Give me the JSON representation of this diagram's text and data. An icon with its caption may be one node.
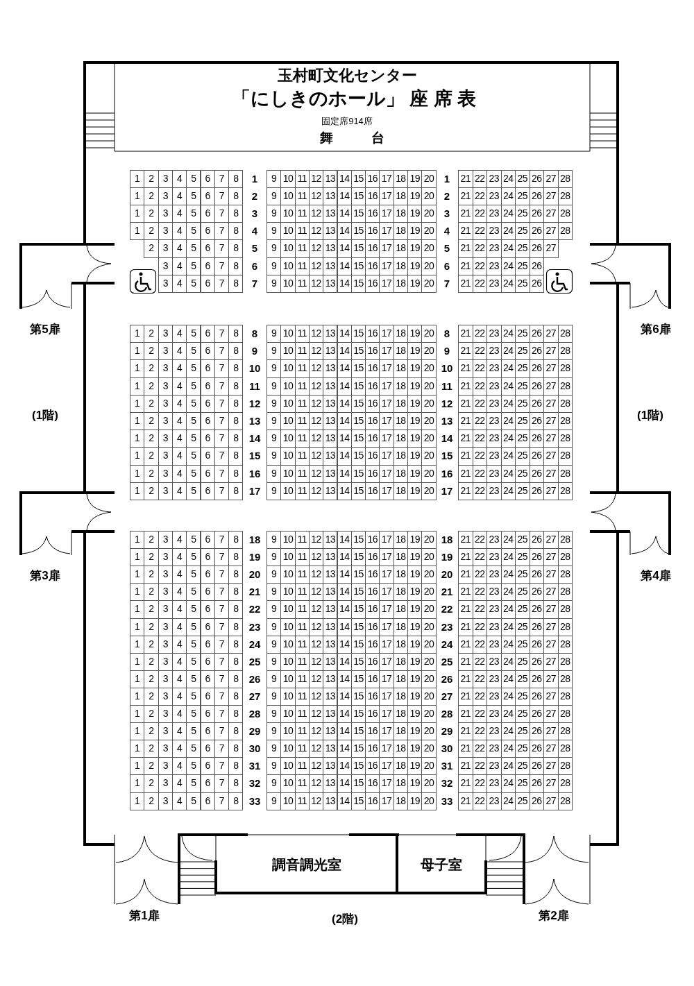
{
  "diagram": {
    "title": "玉村町文化センター",
    "nodes": [
      {
        "text": [
          "舞 台"
        ]
      },
      {
        "text": [
          "調音調光室"
        ]
      },
      {
        "text": [
          "母子室"
        ]
      }
    ],
    "edges": [],
    "labels": [
      "「にしきのホール」 座 席 表",
      "固定席914席",
      "1",
      "2",
      "3",
      "4",
      "5",
      "6",
      "7",
      "8",
      "1",
      "9",
      "10",
      "11",
      "12",
      "13",
      "14",
      "15",
      "16",
      "17",
      "18",
      "19",
      "20",
      "1",
      "21",
      "22",
      "23",
      "24",
      "25",
      "26",
      "27",
      "28",
      "1",
      "2",
      "3",
      "4",
      "5",
      "6",
      "7",
      "8",
      "2",
      "9",
      "10",
      "11",
      "12",
      "13",
      "14",
      "15",
      "16",
      "17",
      "18",
      "19",
      "20",
      "2",
      "21",
      "22",
      "23",
      "24",
      "25",
      "26",
      "27",
      "28",
      "1",
      "2",
      "3",
      "4",
      "5",
      "6",
      "7",
      "8",
      "3",
      "9",
      "10",
      "11",
      "12",
      "13",
      "14",
      "15",
      "16",
      "17",
      "18",
      "19",
      "20",
      "3",
      "21",
      "22",
      "23",
      "24",
      "25",
      "26",
      "27",
      "28",
      "1",
      "2",
      "3",
      "4",
      "5",
      "6",
      "7",
      "8",
      "4",
      "9",
      "10",
      "11",
      "12",
      "13",
      "14",
      "15",
      "16",
      "17",
      "18",
      "19",
      "20",
      "4",
      "21",
      "22",
      "23",
      "24",
      "25",
      "26",
      "27",
      "28",
      "2",
      "3",
      "4",
      "5",
      "6",
      "7",
      "8",
      "5",
      "9",
      "10",
      "11",
      "12",
      "13",
      "14",
      "15",
      "16",
      "17",
      "18",
      "19",
      "20",
      "5",
      "21",
      "22",
      "23",
      "24",
      "25",
      "26",
      "27",
      "3",
      "4",
      "5",
      "6",
      "7",
      "8",
      "6",
      "9",
      "10",
      "11",
      "12",
      "13",
      "14",
      "15",
      "16",
      "17",
      "18",
      "19",
      "20",
      "6",
      "21",
      "22",
      "23",
      "24",
      "25",
      "26",
      "3",
      "4",
      "5",
      "6",
      "7",
      "8",
      "7",
      "9",
      "10",
      "11",
      "12",
      "13",
      "14",
      "15",
      "16",
      "17",
      "18",
      "19",
      "20",
      "7",
      "21",
      "22",
      "23",
      "24",
      "25",
      "26",
      "1",
      "2",
      "3",
      "4",
      "5",
      "6",
      "7",
      "8",
      "8",
      "9",
      "10",
      "11",
      "12",
      "13",
      "14",
      "15",
      "16",
      "17",
      "18",
      "19",
      "20",
      "8",
      "21",
      "22",
      "23",
      "24",
      "25",
      "26",
      "27",
      "28",
      "1",
      "2",
      "3",
      "4",
      "5",
      "6",
      "7",
      "8",
      "9",
      "9",
      "10",
      "11",
      "12",
      "13",
      "14",
      "15",
      "16",
      "17",
      "18",
      "19",
      "20",
      "9",
      "21",
      "22",
      "23",
      "24",
      "25",
      "26",
      "27",
      "28",
      "1",
      "2",
      "3",
      "4",
      "5",
      "6",
      "7",
      "8",
      "10",
      "9",
      "10",
      "11",
      "12",
      "13",
      "14",
      "15",
      "16",
      "17",
      "18",
      "19",
      "20",
      "10",
      "21",
      "22",
      "23",
      "24",
      "25",
      "26",
      "27",
      "28",
      "1",
      "2",
      "3",
      "4",
      "5",
      "6",
      "7",
      "8",
      "11",
      "9",
      "10",
      "11",
      "12",
      "13",
      "14",
      "15",
      "16",
      "17",
      "18",
      "19",
      "20",
      "11",
      "21",
      "22",
      "23",
      "24",
      "25",
      "26",
      "27",
      "28",
      "1",
      "2",
      "3",
      "4",
      "5",
      "6",
      "7",
      "8",
      "12",
      "9",
      "10",
      "11",
      "12",
      "13",
      "14",
      "15",
      "16",
      "17",
      "18",
      "19",
      "20",
      "12",
      "21",
      "22",
      "23",
      "24",
      "25",
      "26",
      "27",
      "28",
      "1",
      "2",
      "3",
      "4",
      "5",
      "6",
      "7",
      "8",
      "13",
      "9",
      "10",
      "11",
      "12",
      "13",
      "14",
      "15",
      "16",
      "17",
      "18",
      "19",
      "20",
      "13",
      "21",
      "22",
      "23",
      "24",
      "25",
      "26",
      "27",
      "28",
      "1",
      "2",
      "3",
      "4",
      "5",
      "6",
      "7",
      "8",
      "14",
      "9",
      "10",
      "11",
      "12",
      "13",
      "14",
      "15",
      "16",
      "17",
      "18",
      "19",
      "20",
      "14",
      "21",
      "22",
      "23",
      "24",
      "25",
      "26",
      "27",
      "28",
      "1",
      "2",
      "3",
      "4",
      "5",
      "6",
      "7",
      "8",
      "15",
      "9",
      "10",
      "11",
      "12",
      "13",
      "14",
      "15",
      "16",
      "17",
      "18",
      "19",
      "20",
      "15",
      "21",
      "22",
      "23",
      "24",
      "25",
      "26",
      "27",
      "28",
      "1",
      "2",
      "3",
      "4",
      "5",
      "6",
      "7",
      "8",
      "16",
      "9",
      "10",
      "11",
      "12",
      "13",
      "14",
      "15",
      "16",
      "17",
      "18",
      "19",
      "20",
      "16",
      "21",
      "22",
      "23",
      "24",
      "25",
      "26",
      "27",
      "28",
      "1",
      "2",
      "3",
      "4",
      "5",
      "6",
      "7",
      "8",
      "17",
      "9",
      "10",
      "11",
      "12",
      "13",
      "14",
      "15",
      "16",
      "17",
      "18",
      "19",
      "20",
      "17",
      "21",
      "22",
      "23",
      "24",
      "25",
      "26",
      "27",
      "28",
      "1",
      "2",
      "3",
      "4",
      "5",
      "6",
      "7",
      "8",
      "18",
      "9",
      "10",
      "11",
      "12",
      "13",
      "14",
      "15",
      "16",
      "17",
      "18",
      "19",
      "20",
      "18",
      "21",
      "22",
      "23",
      "24",
      "25",
      "26",
      "27",
      "28",
      "1",
      "2",
      "3",
      "4",
      "5",
      "6",
      "7",
      "8",
      "19",
      "9",
      "10",
      "11",
      "12",
      "13",
      "14",
      "15",
      "16",
      "17",
      "18",
      "19",
      "20",
      "19",
      "21",
      "22",
      "23",
      "24",
      "25",
      "26",
      "27",
      "28",
      "1",
      "2",
      "3",
      "4",
      "5",
      "6",
      "7",
      "8",
      "20",
      "9",
      "10",
      "11",
      "12",
      "13",
      "14",
      "15",
      "16",
      "17",
      "18",
      "19",
      "20",
      "20",
      "21",
      "22",
      "23",
      "24",
      "25",
      "26",
      "27",
      "28",
      "1",
      "2",
      "3",
      "4",
      "5",
      "6",
      "7",
      "8",
      "21",
      "9",
      "10",
      "11",
      "12",
      "13",
      "14",
      "15",
      "16",
      "17",
      "18",
      "19",
      "20",
      "21",
      "21",
      "22",
      "23",
      "24",
      "25",
      "26",
      "27",
      "28",
      "1",
      "2",
      "3",
      "4",
      "5",
      "6",
      "7",
      "8",
      "22",
      "9",
      "10",
      "11",
      "12",
      "13",
      "14",
      "15",
      "16",
      "17",
      "18",
      "19",
      "20",
      "22",
      "21",
      "22",
      "23",
      "24",
      "25",
      "26",
      "27",
      "28",
      "1",
      "2",
      "3",
      "4",
      "5",
      "6",
      "7",
      "8",
      "23",
      "9",
      "10",
      "11",
      "12",
      "13",
      "14",
      "15",
      "16",
      "17",
      "18",
      "19",
      "20",
      "23",
      "21",
      "22",
      "23",
      "24",
      "25",
      "26",
      "27",
      "28",
      "1",
      "2",
      "3",
      "4",
      "5",
      "6",
      "7",
      "8",
      "24",
      "9",
      "10",
      "11",
      "12",
      "13",
      "14",
      "15",
      "16",
      "17",
      "18",
      "19",
      "20",
      "24",
      "21",
      "22",
      "23",
      "24",
      "25",
      "26",
      "27",
      "28",
      "1",
      "2",
      "3",
      "4",
      "5",
      "6",
      "7",
      "8",
      "25",
      "9",
      "10",
      "11",
      "12",
      "13",
      "14",
      "15",
      "16",
      "17",
      "18",
      "19",
      "20",
      "25",
      "21",
      "22",
      "23",
      "24",
      "25",
      "26",
      "27",
      "28",
      "1",
      "2",
      "3",
      "4",
      "5",
      "6",
      "7",
      "8",
      "26",
      "9",
      "10",
      "11",
      "12",
      "13",
      "14",
      "15",
      "16",
      "17",
      "18",
      "19",
      "20",
      "26",
      "21",
      "22",
      "23",
      "24",
      "25",
      "26",
      "27",
      "28",
      "1",
      "2",
      "3",
      "4",
      "5",
      "6",
      "7",
      "8",
      "27",
      "9",
      "10",
      "11",
      "12",
      "13",
      "14",
      "15",
      "16",
      "17",
      "18",
      "19",
      "20",
      "27",
      "21",
      "22",
      "23",
      "24",
      "25",
      "26",
      "27",
      "28",
      "1",
      "2",
      "3",
      "4",
      "5",
      "6",
      "7",
      "8",
      "28",
      "9",
      "10",
      "11",
      "12",
      "13",
      "14",
      "15",
      "16",
      "17",
      "18",
      "19",
      "20",
      "28",
      "21",
      "22",
      "23",
      "24",
      "25",
      "26",
      "27",
      "28",
      "1",
      "2",
      "3",
      "4",
      "5",
      "6",
      "7",
      "8",
      "29",
      "9",
      "10",
      "11",
      "12",
      "13",
      "14",
      "15",
      "16",
      "17",
      "18",
      "19",
      "20",
      "29",
      "21",
      "22",
      "23",
      "24",
      "25",
      "26",
      "27",
      "28",
      "1",
      "2",
      "3",
      "4",
      "5",
      "6",
      "7",
      "8",
      "30",
      "9",
      "10",
      "11",
      "12",
      "13",
      "14",
      "15",
      "16",
      "17",
      "18",
      "19",
      "20",
      "30",
      "21",
      "22",
      "23",
      "24",
      "25",
      "26",
      "27",
      "28",
      "1",
      "2",
      "3",
      "4",
      "5",
      "6",
      "7",
      "8",
      "31",
      "9",
      "10",
      "11",
      "12",
      "13",
      "14",
      "15",
      "16",
      "17",
      "18",
      "19",
      "20",
      "31",
      "21",
      "22",
      "23",
      "24",
      "25",
      "26",
      "27",
      "28",
      "1",
      "2",
      "3",
      "4",
      "5",
      "6",
      "7",
      "8",
      "32",
      "9",
      "10",
      "11",
      "12",
      "13",
      "14",
      "15",
      "16",
      "17",
      "18",
      "19",
      "20",
      "32",
      "21",
      "22",
      "23",
      "24",
      "25",
      "26",
      "27",
      "28",
      "1",
      "2",
      "3",
      "4",
      "5",
      "6",
      "7",
      "8",
      "33",
      "9",
      "10",
      "11",
      "12",
      "13",
      "14",
      "15",
      "16",
      "17",
      "18",
      "19",
      "20",
      "33",
      "21",
      "22",
      "23",
      "24",
      "25",
      "26",
      "27",
      "28",
      "第5扉",
      "第6扉",
      "(1階)",
      "(1階)",
      "第3扉",
      "第4扉",
      "第1扉",
      "(2階)",
      "第2扉"
    ]
  }
}
